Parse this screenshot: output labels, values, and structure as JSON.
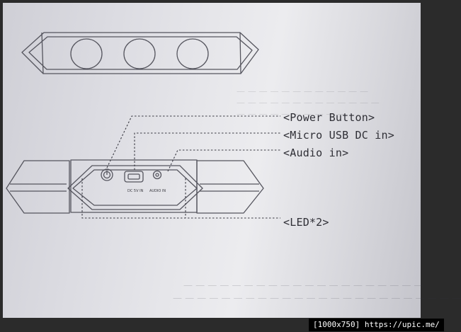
{
  "labels": {
    "power_button": "<Power Button>",
    "micro_usb": "<Micro USB DC in>",
    "audio_in": "<Audio in>",
    "led": "<LED*2>"
  },
  "device_markings": {
    "dc_port": "DC 5V IN",
    "audio_port": "AUDIO IN"
  },
  "watermark": "[1000x750] https://upic.me/",
  "colors": {
    "ink": "#2e2e35",
    "paper": "#e6e6ea"
  }
}
